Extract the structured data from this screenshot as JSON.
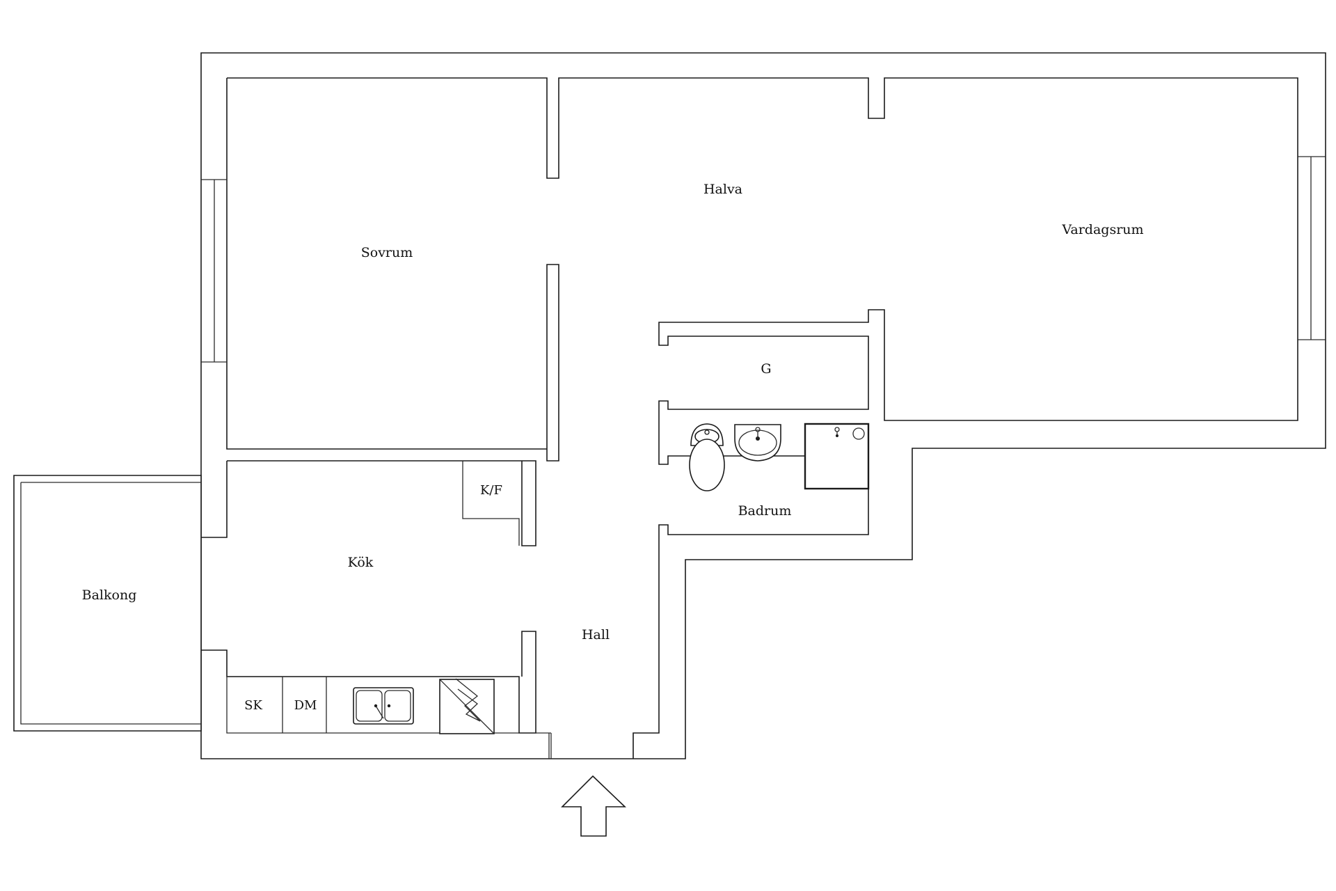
{
  "rooms": {
    "sovrum": "Sovrum",
    "halva": "Halva",
    "vardagsrum": "Vardagsrum",
    "g": "G",
    "badrum": "Badrum",
    "kok": "Kök",
    "hall": "Hall",
    "balkong": "Balkong",
    "kf": "K/F"
  },
  "appliances": {
    "sk": "SK",
    "dm": "DM"
  },
  "icons": {
    "entrance": "entrance-arrow-icon",
    "sink": "double-sink-icon",
    "stove": "stove-icon",
    "toilet": "toilet-icon",
    "washbasin": "washbasin-icon",
    "shower": "shower-icon"
  },
  "colors": {
    "line": "#1a1a1a",
    "background": "#ffffff"
  }
}
